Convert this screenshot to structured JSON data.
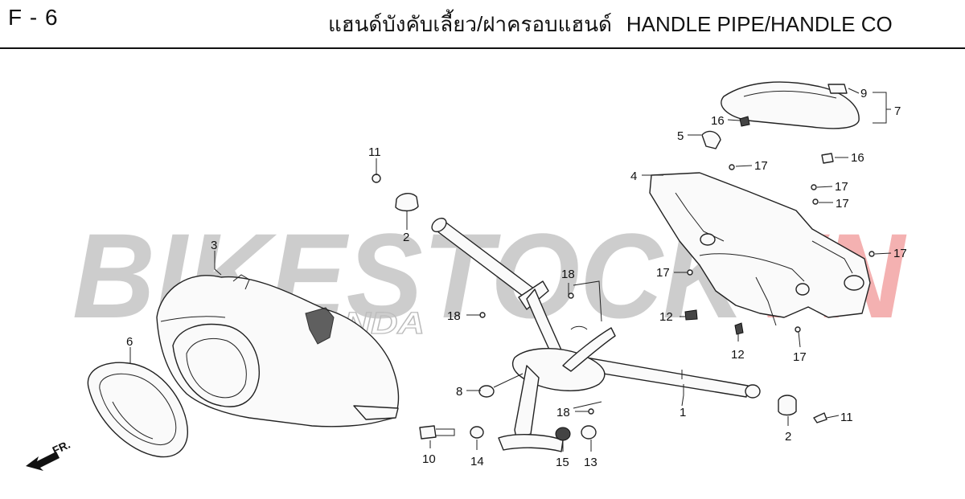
{
  "header": {
    "page_code": "F - 6",
    "title_thai": "แฮนด์บังคับเลี้ยว/ฝาครอบแฮนด์",
    "title_en": "HANDLE PIPE/HANDLE CO"
  },
  "watermark": {
    "text": "BIKESTOCKVN",
    "brand": "HONDA",
    "main_color": "#c8c8c8",
    "accent_color": "#f3a9a9"
  },
  "direction": {
    "label": "FR."
  },
  "callouts": [
    "1",
    "2",
    "2",
    "3",
    "4",
    "5",
    "6",
    "7",
    "8",
    "9",
    "10",
    "11",
    "11",
    "12",
    "12",
    "13",
    "14",
    "15",
    "16",
    "16",
    "17",
    "17",
    "17",
    "17",
    "17",
    "17",
    "18",
    "18",
    "18"
  ]
}
